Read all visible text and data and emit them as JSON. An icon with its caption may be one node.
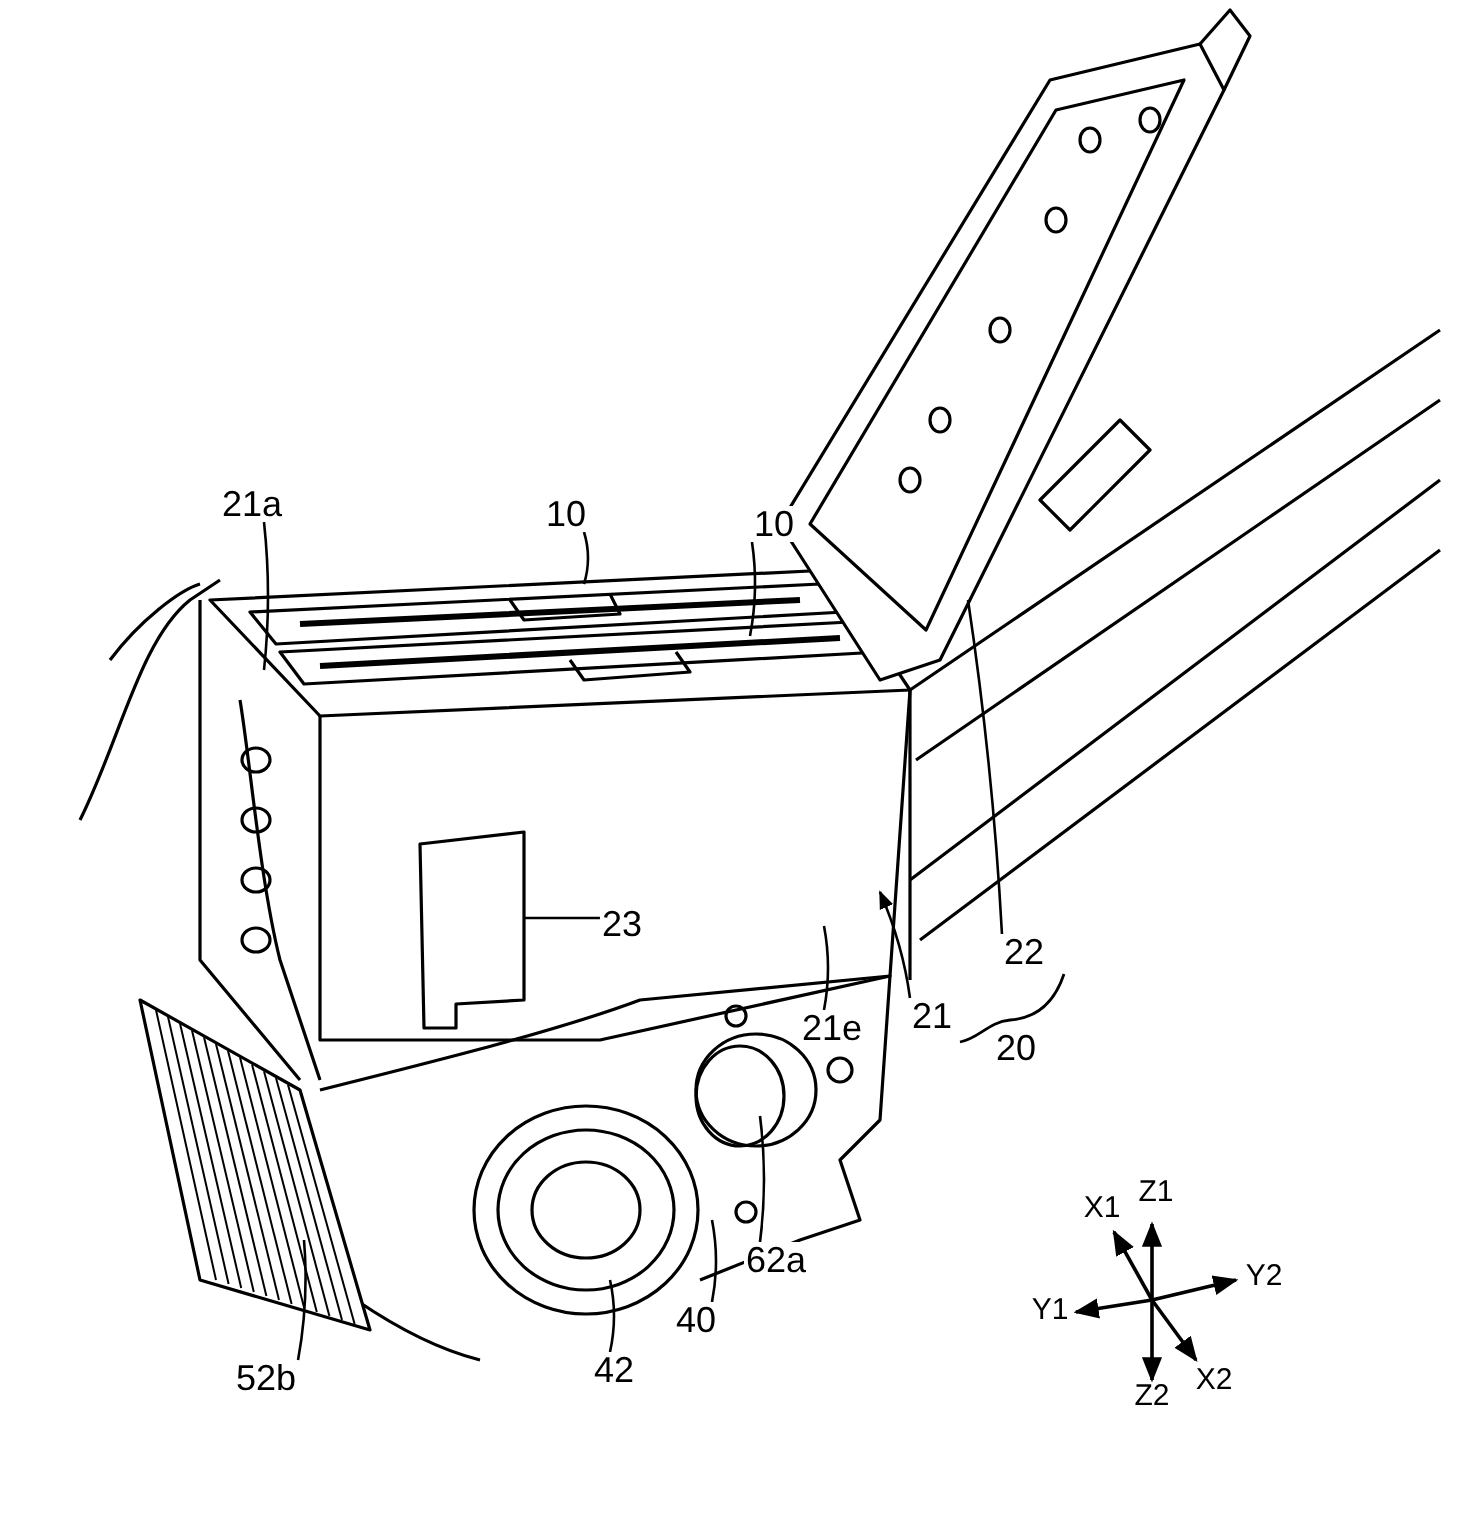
{
  "diagram": {
    "nodes": [
      {
        "text": [
          "21a"
        ]
      },
      {
        "text": [
          "10"
        ]
      },
      {
        "text": [
          "10"
        ]
      },
      {
        "text": [
          "23"
        ]
      },
      {
        "text": [
          "22"
        ]
      },
      {
        "text": [
          "21"
        ]
      },
      {
        "text": [
          "21e"
        ]
      },
      {
        "text": [
          "62a"
        ]
      },
      {
        "text": [
          "40"
        ]
      },
      {
        "text": [
          "42"
        ]
      },
      {
        "text": [
          "52b"
        ]
      }
    ],
    "edges": [
      {
        "from": 0,
        "to": null,
        "arrow": "none"
      },
      {
        "from": 1,
        "to": null,
        "arrow": "none"
      },
      {
        "from": 2,
        "to": null,
        "arrow": "none"
      },
      {
        "from": 3,
        "to": null,
        "arrow": "none"
      },
      {
        "from": 4,
        "to": null,
        "arrow": "none"
      },
      {
        "from": 5,
        "to": null,
        "arrow": "to"
      },
      {
        "from": 6,
        "to": null,
        "arrow": "none"
      },
      {
        "from": 7,
        "to": null,
        "arrow": "none"
      },
      {
        "from": 8,
        "to": null,
        "arrow": "none"
      },
      {
        "from": 9,
        "to": null,
        "arrow": "none"
      },
      {
        "from": 10,
        "to": null,
        "arrow": "none"
      }
    ],
    "labels": [
      "20",
      "X1",
      "Z1",
      "Y1",
      "Y2",
      "Z2",
      "X2"
    ]
  }
}
